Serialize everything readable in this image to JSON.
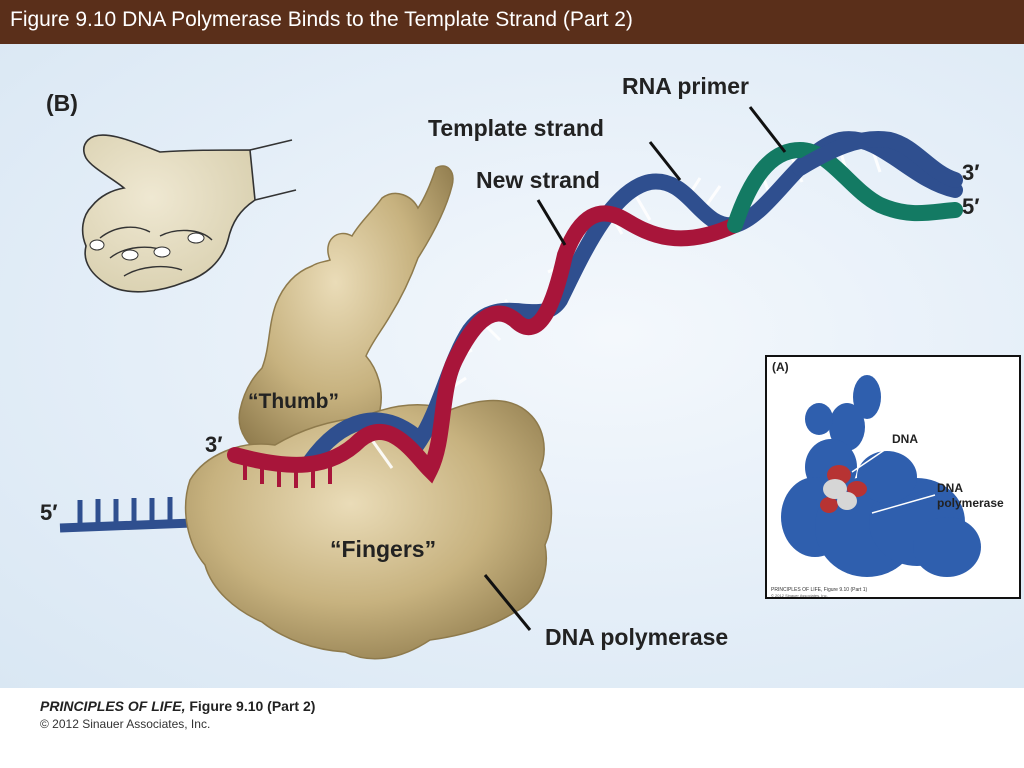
{
  "header": {
    "title": "Figure 9.10  DNA Polymerase Binds to the Template Strand (Part 2)"
  },
  "diagram": {
    "panel_letter": "(B)",
    "labels": {
      "rna_primer": "RNA primer",
      "template_strand": "Template strand",
      "new_strand": "New strand",
      "three_prime_right": "3′",
      "five_prime_right": "5′",
      "thumb": "“Thumb”",
      "three_prime_left": "3′",
      "five_prime_left": "5′",
      "fingers": "“Fingers”",
      "dna_polymerase": "DNA polymerase"
    },
    "colors": {
      "template_blue": "#2f4f8f",
      "new_red": "#a8153a",
      "primer_green": "#137a63",
      "protein_tan": "#c2ad7c",
      "background_blue": "#e4eef8"
    }
  },
  "inset": {
    "panel_letter": "(A)",
    "dna_label": "DNA",
    "polymerase_label_line1": "DNA",
    "polymerase_label_line2": "polymerase",
    "credit_main": "PRINCIPLES OF LIFE, Figure 9.10 (Part 1)",
    "credit_copy": "© 2012 Sinauer Associates, Inc."
  },
  "footer": {
    "book": "PRINCIPLES OF LIFE,",
    "figure": " Figure 9.10 (Part 2)",
    "copyright": "© 2012 Sinauer Associates, Inc."
  }
}
